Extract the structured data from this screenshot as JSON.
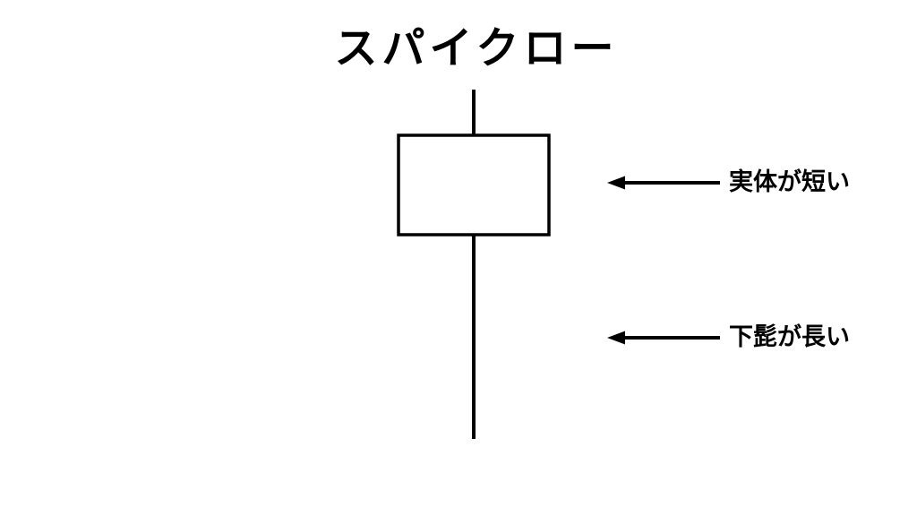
{
  "title": "スパイクロー",
  "annotations": [
    {
      "label": "実体が短い"
    },
    {
      "label": "下髭が長い"
    }
  ],
  "icons": {
    "left_arrow": "←"
  },
  "colors": {
    "line": "#000000",
    "candle_fill": "#ffffff",
    "background": "#ffffff"
  }
}
